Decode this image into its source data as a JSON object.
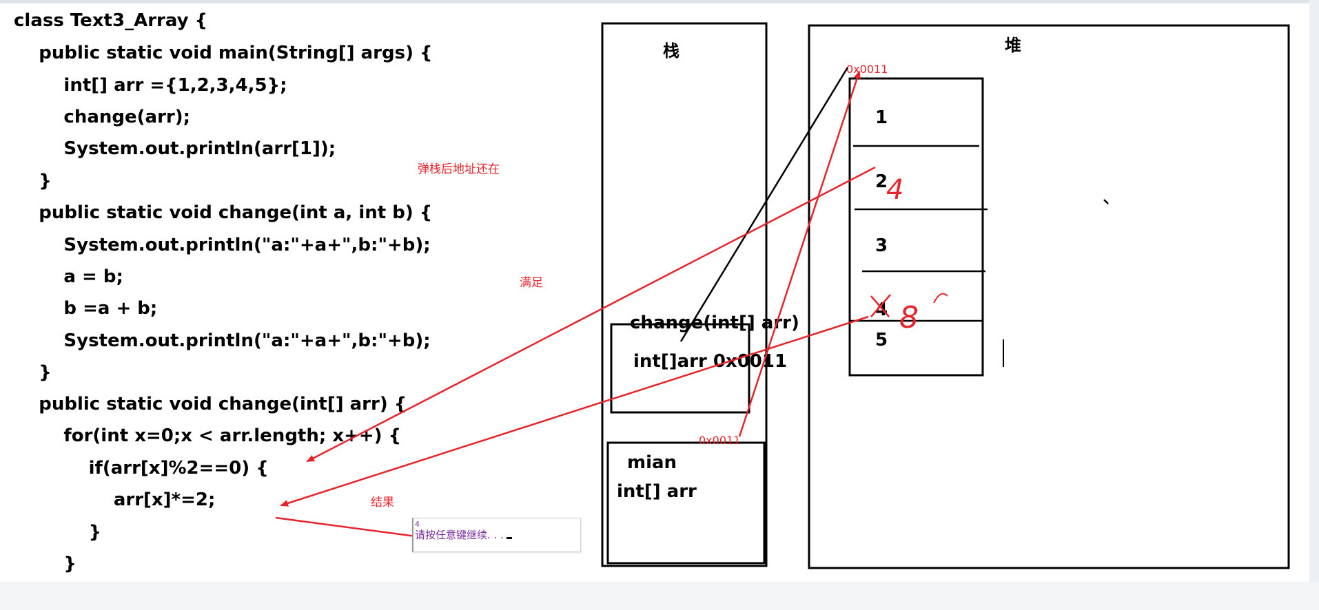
{
  "code": {
    "lines": [
      "class Text3_Array {",
      "    public static void main(String[] args) {",
      "        int[] arr ={1,2,3,4,5};",
      "        change(arr);",
      "        System.out.println(arr[1]);",
      "    }",
      "    public static void change(int a, int b) {",
      "        System.out.println(\"a:\"+a+\",b:\"+b);",
      "        a = b;",
      "        b =a + b;",
      "        System.out.println(\"a:\"+a+\",b:\"+b);",
      "    }",
      "    public static void change(int[] arr) {",
      "        for(int x=0;x < arr.length; x++) {",
      "            if(arr[x]%2==0) {",
      "                arr[x]*=2;",
      "            }",
      "        }"
    ]
  },
  "annotations": {
    "pop_note": "弹栈后地址还在",
    "satisfy": "满足",
    "result": "结果"
  },
  "stack": {
    "title": "栈",
    "change_frame_title": "change(int[] arr)",
    "change_frame_var": "int[]arr 0x0011",
    "main_frame_title": "mian",
    "main_frame_var": "int[] arr",
    "main_address": "0x0011"
  },
  "heap": {
    "title": "堆",
    "address": "0x0011",
    "cells": [
      "1",
      "2",
      "3",
      "4",
      "5"
    ],
    "handwritten": [
      "4",
      "8"
    ]
  },
  "console": {
    "output": "4",
    "prompt": "请按任意键继续. . ."
  },
  "colors": {
    "annotation_red": "#e8242b",
    "black": "#000000",
    "console_text": "#7b2c9b"
  }
}
